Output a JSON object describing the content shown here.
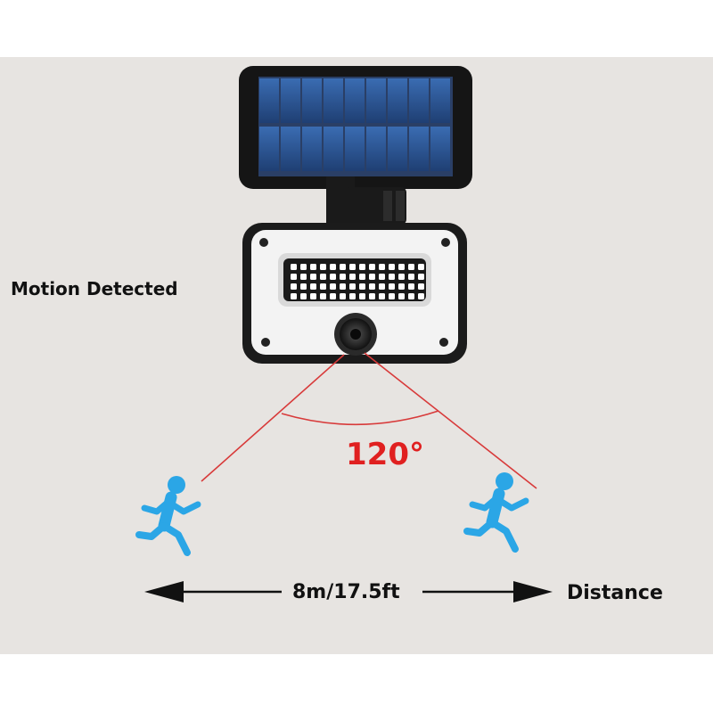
{
  "labels": {
    "motion": "Motion Detected",
    "angle": "120°",
    "distance_value": "8m/17.5ft",
    "distance": "Distance"
  },
  "colors": {
    "background": "#e7e4e1",
    "beam": "#d83a3a",
    "angle_text": "#e02020",
    "runner": "#2ba6e6",
    "solar_cell": "#2f5a9a",
    "housing": "#1b1b1b",
    "led": "#ffffff"
  },
  "icons": {
    "solar_panel": "solar-panel-icon",
    "lamp": "floodlight-icon",
    "sensor": "motion-sensor-icon",
    "runner": "running-person-icon",
    "arrow_left": "arrow-left-icon",
    "arrow_right": "arrow-right-icon"
  }
}
